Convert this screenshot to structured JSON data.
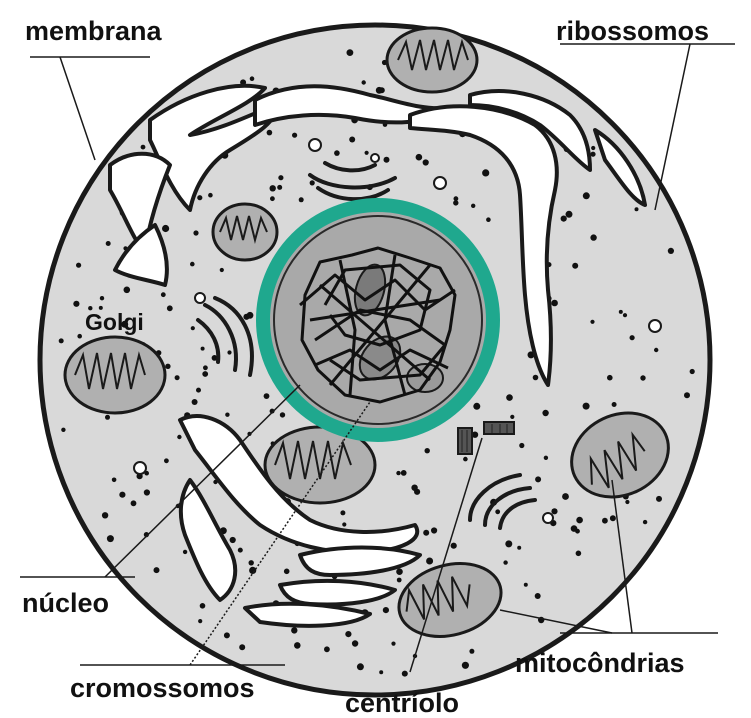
{
  "diagram": {
    "labels": {
      "membrana": "membrana",
      "ribossomos": "ribossomos",
      "golgi": "Golgi",
      "nucleo": "núcleo",
      "cromossomos": "cromossomos",
      "centriolo": "centríolo",
      "mitocondrias": "mitocôndrias"
    },
    "colors": {
      "cytoplasm": "#d9d9d9",
      "outline": "#1a1a1a",
      "nucleus_ring": "#1fa88e",
      "nucleus_fill": "#a9a9a9",
      "mitochondria_fill": "#b0b0b0",
      "background": "#ffffff"
    }
  }
}
